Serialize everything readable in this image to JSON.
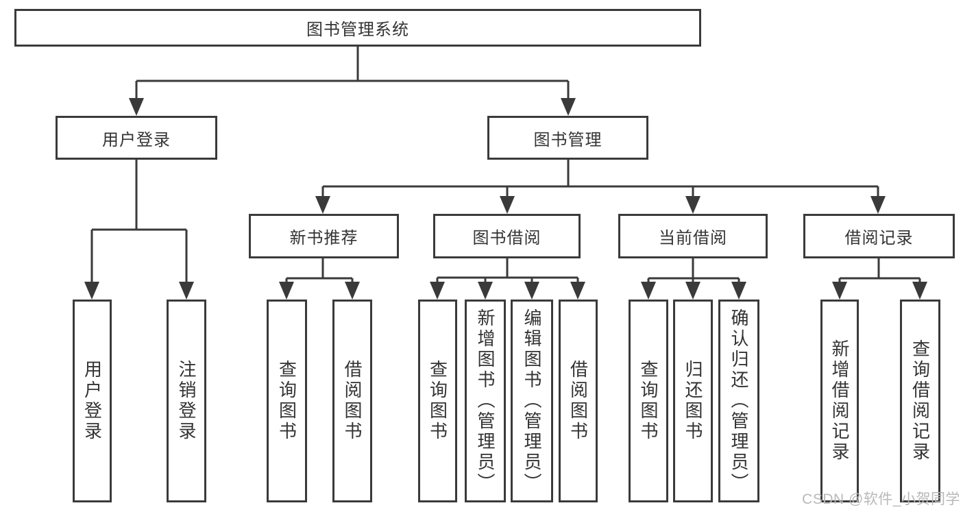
{
  "nodes": {
    "root": {
      "label": "图书管理系统"
    },
    "branches": [
      {
        "label": "用户登录",
        "children": [
          {
            "label": "用户登录"
          },
          {
            "label": "注销登录"
          }
        ]
      },
      {
        "label": "图书管理",
        "children": [
          {
            "label": "新书推荐",
            "children": [
              {
                "label": "查询图书"
              },
              {
                "label": "借阅图书"
              }
            ]
          },
          {
            "label": "图书借阅",
            "children": [
              {
                "label": "查询图书"
              },
              {
                "label": "新增图书（管理员）"
              },
              {
                "label": "编辑图书（管理员）"
              },
              {
                "label": "借阅图书"
              }
            ]
          },
          {
            "label": "当前借阅",
            "children": [
              {
                "label": "查询图书"
              },
              {
                "label": "归还图书"
              },
              {
                "label": "确认归还（管理员）"
              }
            ]
          },
          {
            "label": "借阅记录",
            "children": [
              {
                "label": "新增借阅记录"
              },
              {
                "label": "查询借阅记录"
              }
            ]
          }
        ]
      }
    ]
  },
  "watermark": {
    "text": "CSDN @软件_小贺同学",
    "color": "#b8b8b8"
  },
  "colors": {
    "line": "#3a3a3a",
    "text": "#333333",
    "background": "#ffffff"
  }
}
